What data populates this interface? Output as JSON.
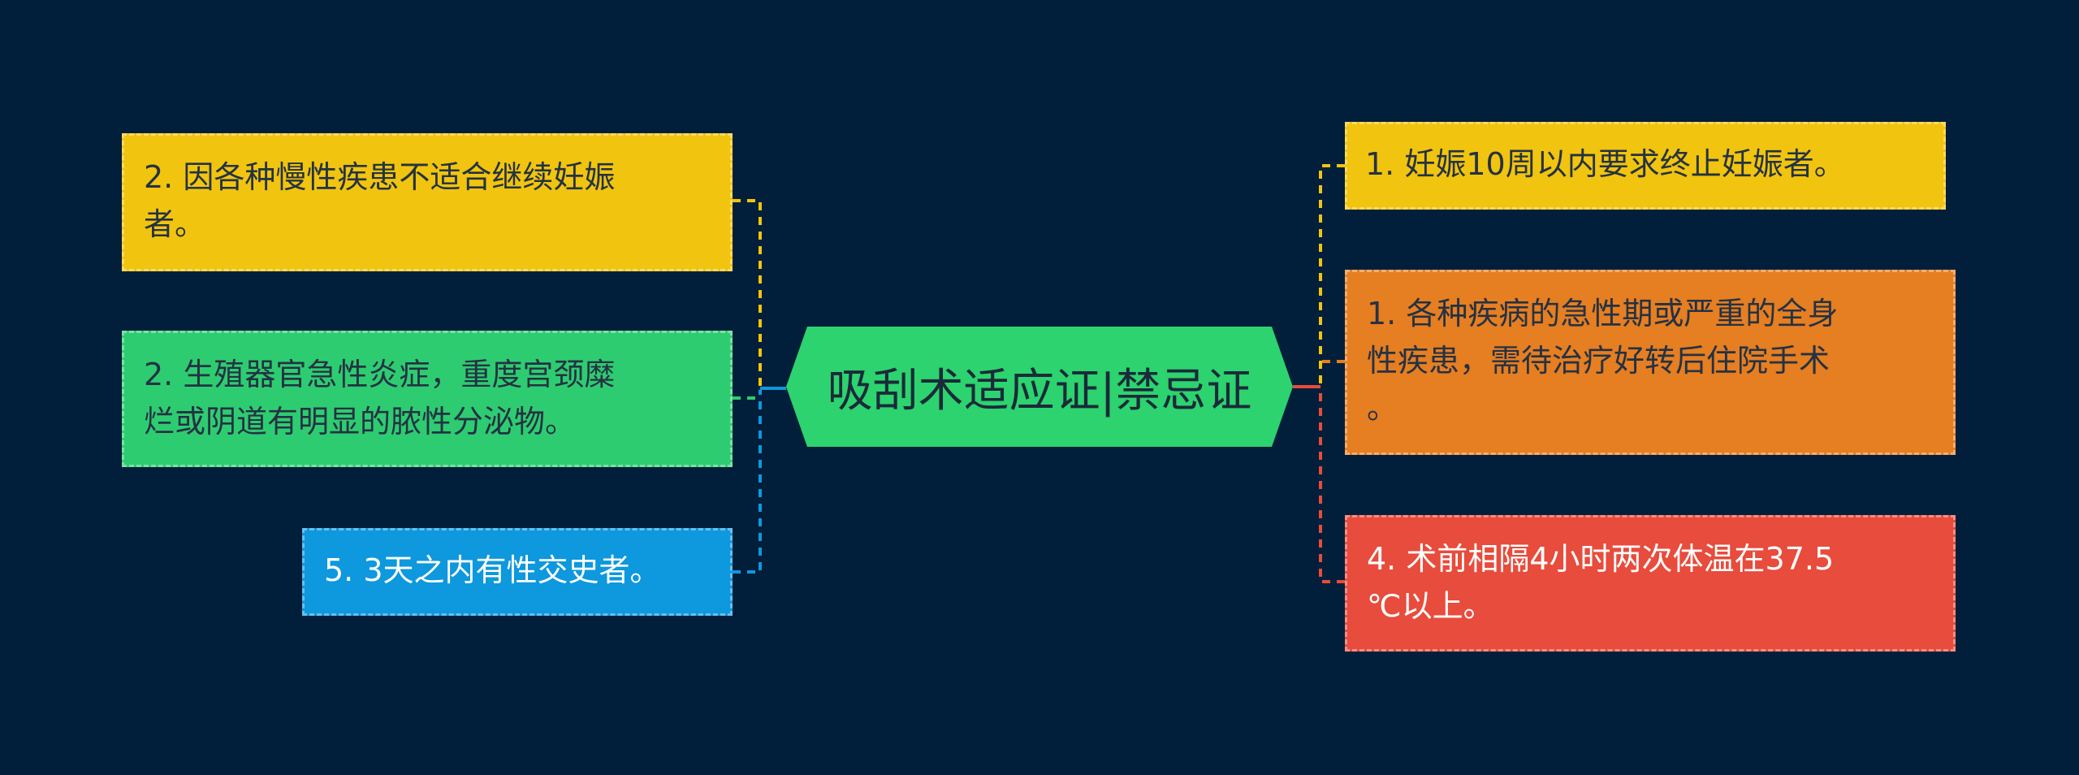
{
  "center": {
    "label": "吸刮术适应证|禁忌证",
    "color": "#2cd36e"
  },
  "left_nodes": [
    {
      "lines": [
        "2. 因各种慢性疾患不适合继续妊娠",
        "者。"
      ],
      "color": "#f1c40f",
      "line_color": "#f1c40f"
    },
    {
      "lines": [
        "2. 生殖器官急性炎症，重度宫颈糜",
        "烂或阴道有明显的脓性分泌物。"
      ],
      "color": "#2ecc71",
      "line_color": "#2ecc71"
    },
    {
      "lines": [
        "5. 3天之内有性交史者。"
      ],
      "color": "#0e98dd",
      "line_color": "#0e98dd"
    }
  ],
  "right_nodes": [
    {
      "lines": [
        "1. 妊娠10周以内要求终止妊娠者。"
      ],
      "color": "#f1c40f",
      "line_color": "#f1c40f"
    },
    {
      "lines": [
        "1. 各种疾病的急性期或严重的全身",
        "性疾患，需待治疗好转后住院手术",
        "。"
      ],
      "color": "#e67e22",
      "line_color": "#e67e22"
    },
    {
      "lines": [
        "4. 术前相隔4小时两次体温在37.5",
        "℃以上。"
      ],
      "color": "#e74c3c",
      "line_color": "#e74c3c"
    }
  ]
}
